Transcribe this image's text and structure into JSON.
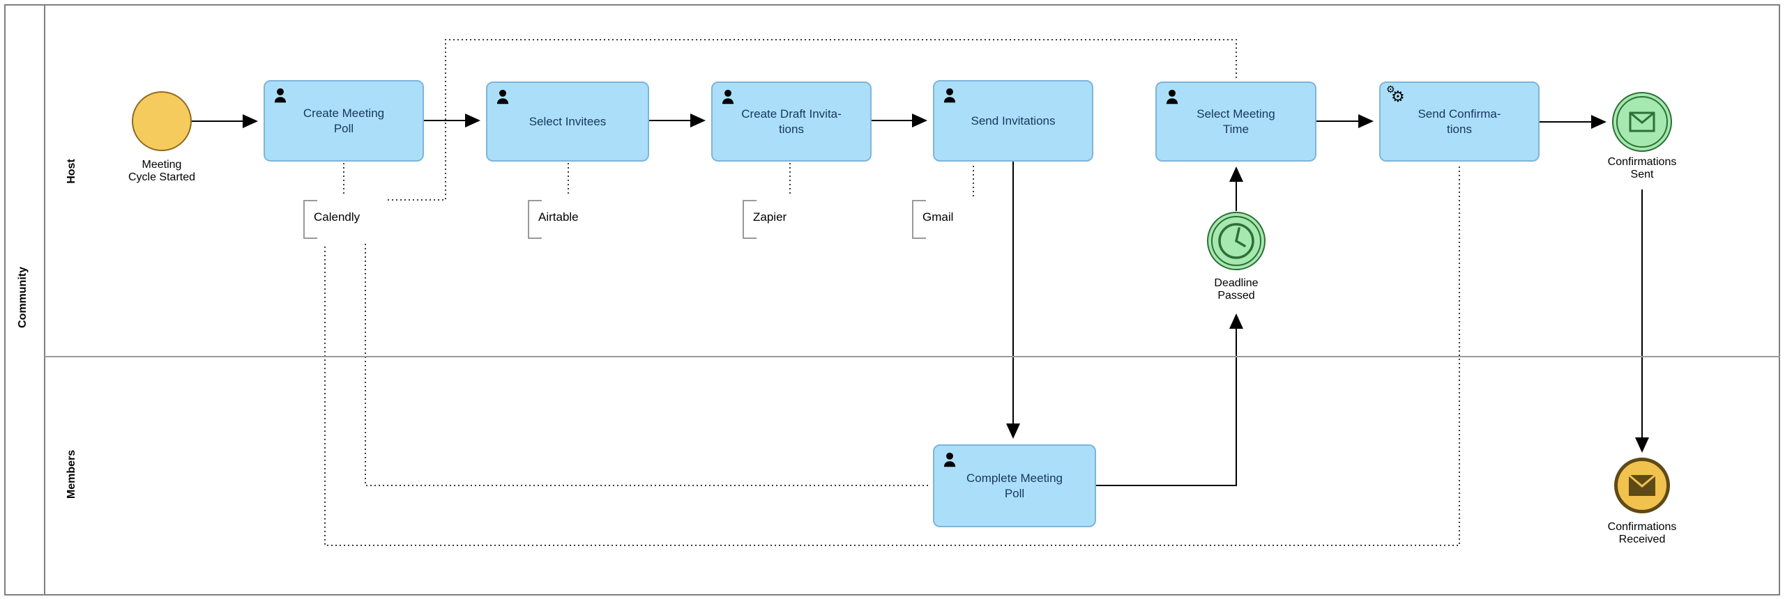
{
  "pool": {
    "label": "Community",
    "lanes": [
      {
        "label": "Host"
      },
      {
        "label": "Members"
      }
    ]
  },
  "nodes": {
    "start_event": {
      "label": "Meeting\nCycle Started",
      "type": "start-event"
    },
    "create_meeting_poll": {
      "label": "Create Meeting\nPoll",
      "icon": "user"
    },
    "select_invitees": {
      "label": "Select Invitees",
      "icon": "user"
    },
    "create_draft_invitations": {
      "label": "Create Draft Invita-\ntions",
      "icon": "user"
    },
    "send_invitations": {
      "label": "Send Invitations",
      "icon": "user"
    },
    "select_meeting_time": {
      "label": "Select Meeting\nTime",
      "icon": "user"
    },
    "send_confirmations": {
      "label": "Send Confirma-\ntions",
      "icon": "gear"
    },
    "confirmations_sent": {
      "label": "Confirmations\nSent",
      "type": "message-intermediate-event"
    },
    "deadline_passed": {
      "label": "Deadline\nPassed",
      "type": "timer-intermediate-event"
    },
    "complete_meeting_poll": {
      "label": "Complete Meeting\nPoll",
      "icon": "user"
    },
    "confirmations_received": {
      "label": "Confirmations\nReceived",
      "type": "message-end-event"
    }
  },
  "annotations": [
    {
      "label": "Calendly"
    },
    {
      "label": "Airtable"
    },
    {
      "label": "Zapier"
    },
    {
      "label": "Gmail"
    }
  ],
  "colors": {
    "task_fill": "#abdff9",
    "task_border": "#7fb4d9",
    "task_text": "#17365d",
    "start_fill": "#f6cb5e",
    "start_border": "#8f6b1f",
    "green_fill": "#a5e9b0",
    "green_border": "#2e6f35",
    "received_fill": "#f2c24f",
    "received_border": "#5e4a17",
    "lane_border": "#7f7f7f",
    "flow": "#000000",
    "association": "#3a3a3a",
    "annotation_bracket": "#999999"
  }
}
